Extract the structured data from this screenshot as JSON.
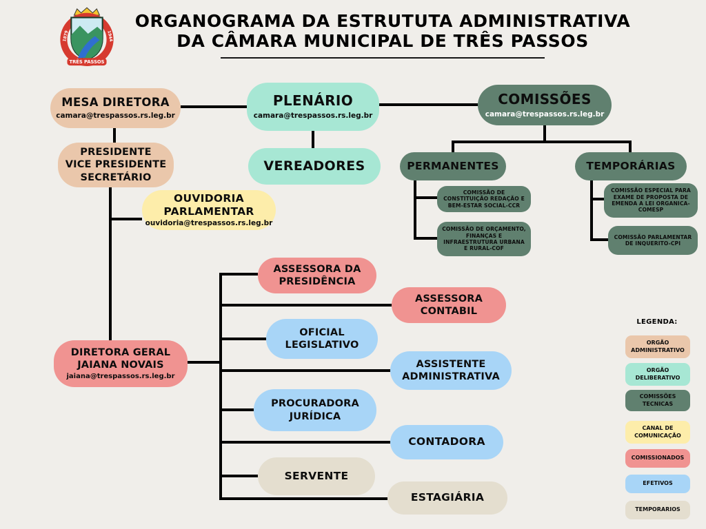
{
  "title": {
    "line1": "ORGANOGRAMA DA ESTRUTUTA ADMINISTRATIVA",
    "line2": "DA CÂMARA MUNICIPAL DE TRÊS PASSOS"
  },
  "logo": {
    "banner": "TRÊS PASSOS",
    "year_left": "1879",
    "year_right": "1944"
  },
  "colors": {
    "background": "#f0eeea",
    "peach": "#eac7ab",
    "mint": "#a7e7d4",
    "green": "#60806f",
    "yellow": "#fdedaa",
    "pink": "#f09391",
    "blue": "#a8d5f7",
    "beige": "#e4decf",
    "line": "#000000"
  },
  "nodes": {
    "mesa_diretora": {
      "label": "MESA DIRETORA",
      "email": "camara@trespassos.rs.leg.br"
    },
    "plenario": {
      "label": "PLENÁRIO",
      "email": "camara@trespassos.rs.leg.br"
    },
    "comissoes": {
      "label": "COMISSÕES",
      "email": "camara@trespassos.rs.leg.br"
    },
    "presidencia": {
      "line1": "PRESIDENTE",
      "line2": "VICE PRESIDENTE",
      "line3": "SECRETÁRIO"
    },
    "vereadores": {
      "label": "VEREADORES"
    },
    "permanentes": {
      "label": "PERMANENTES"
    },
    "temporarias": {
      "label": "TEMPORÁRIAS"
    },
    "ouvidoria": {
      "line1": "OUVIDORIA",
      "line2": "PARLAMENTAR",
      "email": "ouvidoria@trespassos.rs.leg.br"
    },
    "ccr": {
      "label": "COMISSÃO DE CONSTITUIÇÃO REDAÇÃO E BEM-ESTAR SOCIAL-CCR"
    },
    "cof": {
      "label": "COMISSÃO DE ORÇAMENTO, FINANÇAS E INFRAESTRUTURA URBANA E RURAL-COF"
    },
    "comesp": {
      "label": "COMISSÃO ESPECIAL PARA EXAME DE PROPOSTA DE EMENDA A LEI ORGANICA-COMESP"
    },
    "cpi": {
      "label": "COMISSÃO PARLAMENTAR DE INQUERITO-CPI"
    },
    "assessora_presidencia": {
      "line1": "ASSESSORA DA",
      "line2": "PRESIDÊNCIA"
    },
    "assessora_contabil": {
      "line1": "ASSESSORA",
      "line2": "CONTABIL"
    },
    "oficial_legislativo": {
      "line1": "OFICIAL",
      "line2": "LEGISLATIVO"
    },
    "assistente_administrativa": {
      "line1": "ASSISTENTE",
      "line2": "ADMINISTRATIVA"
    },
    "diretora_geral": {
      "line1": "DIRETORA GERAL",
      "line2": "JAIANA NOVAIS",
      "email": "jaiana@trespassos.rs.leg.br"
    },
    "procuradora_juridica": {
      "line1": "PROCURADORA",
      "line2": "JURÍDICA"
    },
    "contadora": {
      "label": "CONTADORA"
    },
    "servente": {
      "label": "SERVENTE"
    },
    "estagiaria": {
      "label": "ESTAGIÁRIA"
    }
  },
  "edges": [
    [
      "mesa_diretora",
      "plenario"
    ],
    [
      "plenario",
      "comissoes"
    ],
    [
      "plenario",
      "vereadores"
    ],
    [
      "mesa_diretora",
      "presidencia"
    ],
    [
      "presidencia",
      "ouvidoria"
    ],
    [
      "presidencia",
      "diretora_geral"
    ],
    [
      "comissoes",
      "permanentes"
    ],
    [
      "comissoes",
      "temporarias"
    ],
    [
      "permanentes",
      "ccr"
    ],
    [
      "permanentes",
      "cof"
    ],
    [
      "temporarias",
      "comesp"
    ],
    [
      "temporarias",
      "cpi"
    ],
    [
      "diretora_geral",
      "assessora_presidencia"
    ],
    [
      "diretora_geral",
      "assessora_contabil"
    ],
    [
      "diretora_geral",
      "oficial_legislativo"
    ],
    [
      "diretora_geral",
      "assistente_administrativa"
    ],
    [
      "diretora_geral",
      "procuradora_juridica"
    ],
    [
      "diretora_geral",
      "contadora"
    ],
    [
      "diretora_geral",
      "servente"
    ],
    [
      "diretora_geral",
      "estagiaria"
    ]
  ],
  "legend": {
    "title": "LEGENDA:",
    "items": [
      {
        "label": "ORGÃO ADMINISTRATIVO",
        "color": "#eac7ab"
      },
      {
        "label": "ORGÃO DELIBERATIVO",
        "color": "#a7e7d4"
      },
      {
        "label": "COMISSÕES TECNICAS",
        "color": "#60806f"
      },
      {
        "label": "CANAL DE COMUNICAÇÃO",
        "color": "#fdedaa"
      },
      {
        "label": "COMISSIONADOS",
        "color": "#f09391"
      },
      {
        "label": "EFETIVOS",
        "color": "#a8d5f7"
      },
      {
        "label": "TEMPORARIOS",
        "color": "#e4decf"
      }
    ]
  }
}
